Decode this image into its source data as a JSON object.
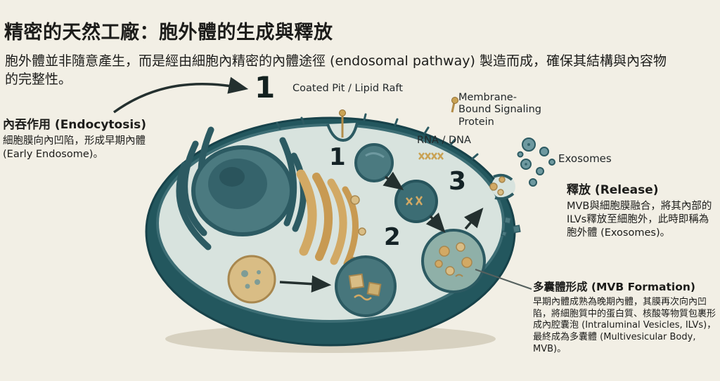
{
  "header": {
    "title": "精密的天然工廠：胞外體的生成與釋放",
    "subtitle": "胞外體並非隨意產生，而是經由細胞內精密的內體途徑 (endosomal pathway) 製造而成，確保其結構與內容物的完整性。"
  },
  "labels": {
    "coated_pit": "Coated Pit / Lipid Raft",
    "membrane_protein": "Membrane-Bound Signaling Protein",
    "rna_dna": "RNA / DNA",
    "exosomes": "Exosomes"
  },
  "steps": {
    "outer1": "1",
    "inner1": "1",
    "inner2": "2",
    "inner3": "3"
  },
  "annotations": {
    "endocytosis": {
      "title": "內吞作用 (Endocytosis)",
      "body": "細胞膜向內凹陷，形成早期內體 (Early Endosome)。"
    },
    "release": {
      "title": "釋放 (Release)",
      "body": "MVB與細胞膜融合，將其內部的ILVs釋放至細胞外，此時即稱為胞外體 (Exosomes)。"
    },
    "mvb_formation": {
      "title": "多囊體形成 (MVB Formation)",
      "body": "早期內體成熟為晚期內體，其膜再次向內凹陷，將細胞質中的蛋白質、核酸等物質包裹形成內腔囊泡 (Intraluminal Vesicles, ILVs)，最終成為多囊體 (Multivesicular Body, MVB)。"
    }
  },
  "colors": {
    "background": "#f2efe5",
    "cell_dark_teal": "#23575e",
    "cell_mid_teal": "#47767c",
    "cell_interior": "#d8e3de",
    "golgi_tan": "#d2a964",
    "vesicle_tan": "#d9bd85",
    "arrow": "#24302f",
    "text": "#1c1c1a"
  }
}
